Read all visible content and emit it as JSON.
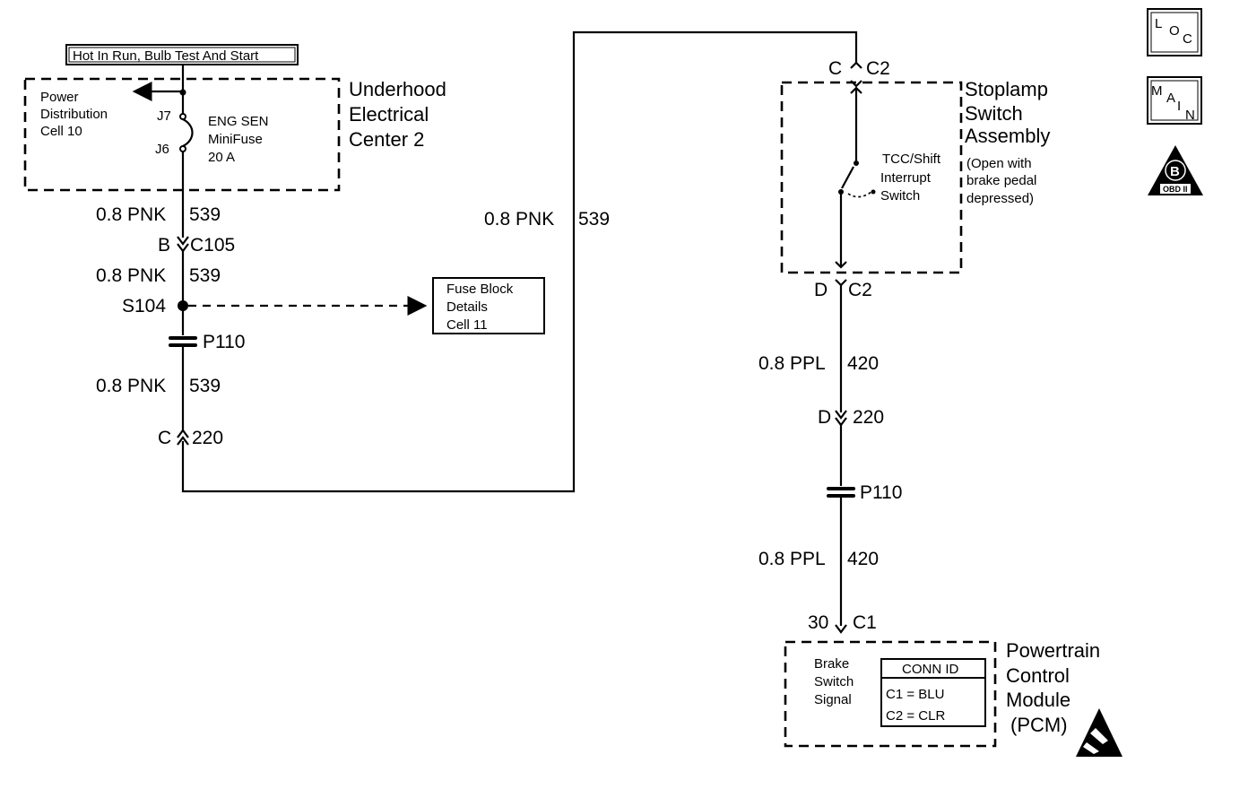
{
  "header_label": "Hot In Run, Bulb Test And Start",
  "underhood": {
    "title_lines": [
      "Underhood",
      "Electrical",
      "Center 2"
    ],
    "power_dist_lines": [
      "Power",
      "Distribution",
      "Cell 10"
    ],
    "terminal_top": "J7",
    "terminal_bottom": "J6",
    "fuse_lines": [
      "ENG SEN",
      "MiniFuse",
      "20 A"
    ]
  },
  "left_wire": {
    "seg1_gauge": "0.8 PNK",
    "seg1_circuit": "539",
    "c105_pin": "B",
    "c105_name": "C105",
    "seg2_gauge": "0.8 PNK",
    "seg2_circuit": "539",
    "splice": "S104",
    "p110_top": "P110",
    "seg3_gauge": "0.8 PNK",
    "seg3_circuit": "539",
    "c220_pin": "C",
    "c220_name": "220"
  },
  "fuse_block_lines": [
    "Fuse Block",
    "Details",
    "Cell 11"
  ],
  "middle_wire": {
    "gauge": "0.8 PNK",
    "circuit": "539"
  },
  "stoplamp": {
    "top_pin": "C",
    "top_conn": "C2",
    "title_lines": [
      "Stoplamp",
      "Switch",
      "Assembly"
    ],
    "note_lines": [
      "(Open with",
      "brake pedal",
      "depressed)"
    ],
    "switch_lines": [
      "TCC/Shift",
      "Interrupt",
      "Switch"
    ],
    "bottom_pin": "D",
    "bottom_conn": "C2"
  },
  "right_wire": {
    "seg1_gauge": "0.8 PPL",
    "seg1_circuit": "420",
    "c220_pin": "D",
    "c220_name": "220",
    "p110": "P110",
    "seg2_gauge": "0.8 PPL",
    "seg2_circuit": "420",
    "pcm_pin": "30",
    "pcm_conn": "C1"
  },
  "pcm": {
    "title_lines": [
      "Powertrain",
      "Control",
      "Module",
      "(PCM)"
    ],
    "signal_lines": [
      "Brake",
      "Switch",
      "Signal"
    ],
    "conn_id_title": "CONN ID",
    "conn_c1": "C1 = BLU",
    "conn_c2": "C2 = CLR"
  },
  "side_icons": {
    "loc": [
      "L",
      "O",
      "C"
    ],
    "main": [
      "M",
      "A",
      "I",
      "N"
    ],
    "obd_letter": "B",
    "obd_text": "OBD II"
  }
}
